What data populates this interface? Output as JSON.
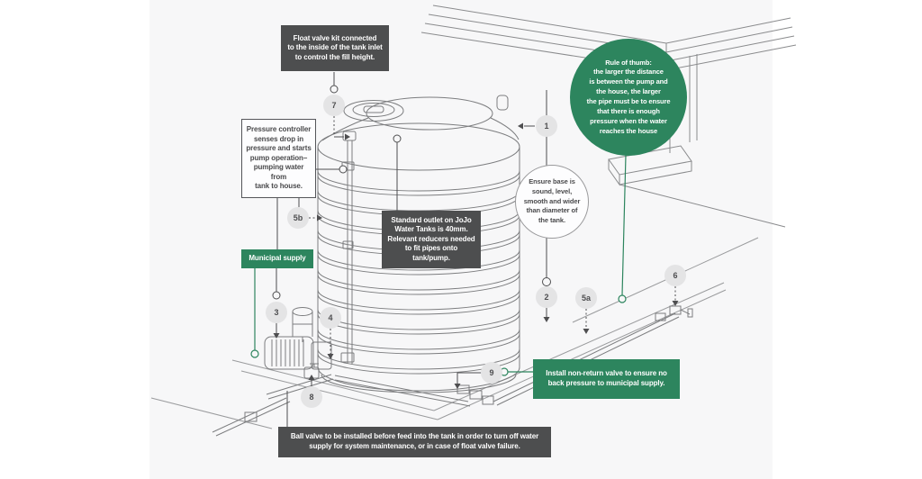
{
  "colors": {
    "accent_green": "#2d855e",
    "dark_box": "#4d4e4f",
    "badge_bg": "#e4e4e5",
    "canvas_bg": "#f7f7f8",
    "line_art": "#7c7d7f"
  },
  "annotations": {
    "float_valve_box": "Float valve kit connected\nto the inside of the tank inlet\nto control the fill height.",
    "pressure_controller_box": "Pressure controller\nsenses drop in\npressure and starts\npump operation–\npumping water from\ntank to house.",
    "rule_of_thumb_circle": "Rule of thumb:\nthe larger the distance\nis between the pump and\nthe house, the larger\nthe pipe must be to ensure\nthat there is enough\npressure when the water\nreaches the house",
    "base_circle": "Ensure base is\nsound, level,\nsmooth and wider\nthan diameter of\nthe tank.",
    "standard_outlet_box": "Standard outlet on JoJo\nWater Tanks is 40mm.\nRelevant reducers needed\nto fit pipes onto tank/pump.",
    "municipal_supply_label": "Municipal supply",
    "non_return_valve_box": "Install non-return valve to ensure no\nback pressure to municipal supply.",
    "ball_valve_box": "Ball valve to be installed before feed into the tank in order to turn off water\nsupply for system maintenance, or in case of float valve failure."
  },
  "markers": [
    {
      "label": "1"
    },
    {
      "label": "2"
    },
    {
      "label": "3"
    },
    {
      "label": "4"
    },
    {
      "label": "5a"
    },
    {
      "label": "5b"
    },
    {
      "label": "6"
    },
    {
      "label": "7"
    },
    {
      "label": "8"
    },
    {
      "label": "9"
    }
  ]
}
